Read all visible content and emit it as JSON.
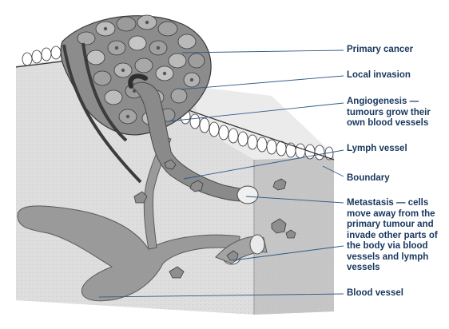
{
  "figure": {
    "labels": {
      "primary_cancer": [
        "Primary cancer"
      ],
      "local_invasion": [
        "Local invasion"
      ],
      "angiogenesis": [
        "Angiogenesis —",
        "tumours grow their",
        "own blood vessels"
      ],
      "lymph_vessel": [
        "Lymph vessel"
      ],
      "boundary": [
        "Boundary"
      ],
      "metastasis": [
        "Metastasis — cells",
        "move away from the",
        "primary tumour and",
        "invade other parts of",
        "the body via blood",
        "vessels and lymph",
        "vessels"
      ],
      "blood_vessel": [
        "Blood vessel"
      ]
    },
    "colors": {
      "label_text": "#17375e",
      "leader_line": "#2e5a86",
      "tissue_face": "#dcdcdc",
      "tissue_side": "#c4c4c4",
      "vessel": "#9a9a9a",
      "tumour": "#8f8f8f"
    }
  }
}
